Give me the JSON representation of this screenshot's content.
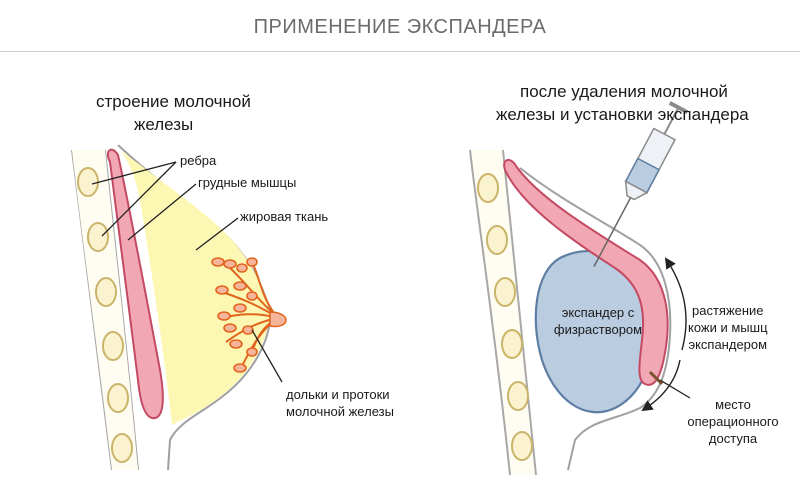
{
  "title": "ПРИМЕНЕНИЕ ЭКСПАНДЕРА",
  "left": {
    "caption_line1": "строение молочной",
    "caption_line2": "железы",
    "label_ribs": "ребра",
    "label_muscles": "грудные мышцы",
    "label_fat": "жировая ткань",
    "label_lobules_line1": "дольки и протоки",
    "label_lobules_line2": "молочной железы"
  },
  "right": {
    "caption_line1": "после удаления молочной",
    "caption_line2": "железы и установки экспандера",
    "label_expander_line1": "экспандер с",
    "label_expander_line2": "физраствором",
    "label_stretch_line1": "растяжение",
    "label_stretch_line2": "кожи и мышц",
    "label_stretch_line3": "экспандером",
    "label_access_line1": "место",
    "label_access_line2": "операционного",
    "label_access_line3": "доступа"
  },
  "colors": {
    "rib_fill": "#fbf3d0",
    "rib_stroke": "#c9b46a",
    "muscle_fill": "#f2a7b4",
    "muscle_stroke": "#c44a63",
    "fat_fill": "#fcf8b4",
    "lobule_fill": "#f6b59a",
    "lobule_stroke": "#e0641c",
    "expander_fill": "#b9cce0",
    "expander_stroke": "#5e7ea3",
    "outline": "#a0a0a0"
  }
}
